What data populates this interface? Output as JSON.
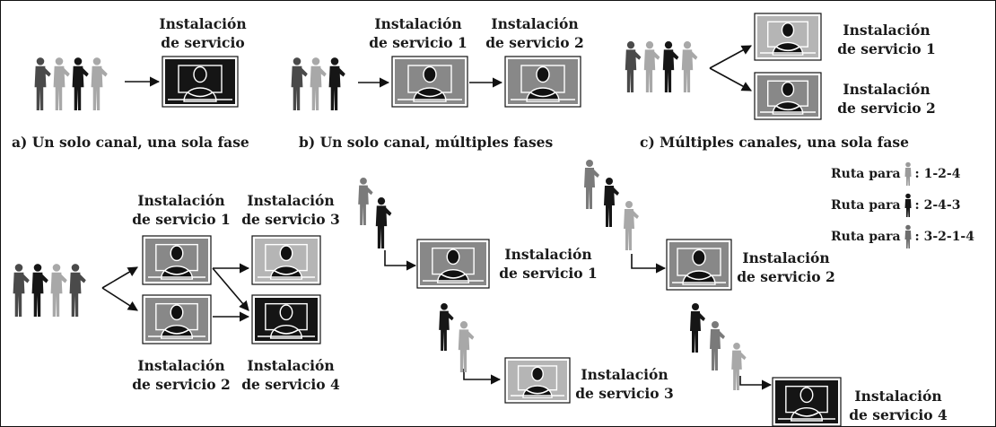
{
  "title": "",
  "figure": {
    "service_label_line1": "Instalación",
    "service_label_generic": "de servicio",
    "service_label_1": "de servicio 1",
    "service_label_2": "de servicio 2",
    "service_label_3": "de servicio 3",
    "service_label_4": "de servicio 4"
  },
  "captions": {
    "a": "a) Un solo canal, una sola fase",
    "b": "b) Un solo canal, múltiples fases",
    "c": "c) Múltiples canales, una sola fase"
  },
  "routes": [
    {
      "prefix": "Ruta para",
      "sequence": ": 1-2-4",
      "figure_color": "#9a9a9a"
    },
    {
      "prefix": "Ruta para",
      "sequence": ": 2-4-3",
      "figure_color": "#161616"
    },
    {
      "prefix": "Ruta para",
      "sequence": ": 3-2-1-4",
      "figure_color": "#6e6e6e"
    }
  ],
  "colors": {
    "box_black": "#151515",
    "box_dark": "#555555",
    "box_mid": "#888888",
    "box_light": "#b5b5b5"
  }
}
